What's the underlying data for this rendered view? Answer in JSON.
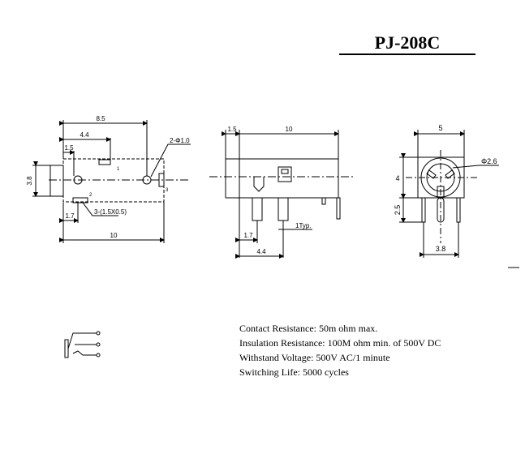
{
  "title": "PJ-208C",
  "specs": [
    "Contact Resistance:    50m ohm max.",
    "Insulation Resistance: 100M ohm min. of 500V DC",
    "Withstand Voltage: 500V AC/1 minute",
    "Switching Life: 5000 cycles"
  ],
  "views": {
    "top": {
      "dims": [
        "8.5",
        "4.4",
        "1.5",
        "3.8",
        "1.7",
        "10"
      ],
      "callouts": [
        "2-Φ1.0",
        "3-(1.5X0.5)"
      ],
      "pins": [
        "1",
        "2",
        "3"
      ]
    },
    "side": {
      "dims": [
        "1.5",
        "10",
        "1.7",
        "4.4"
      ],
      "note": "1Typ."
    },
    "front": {
      "dims": [
        "5",
        "4",
        "2.5",
        "3.8"
      ],
      "diameter": "Φ2.6"
    }
  }
}
